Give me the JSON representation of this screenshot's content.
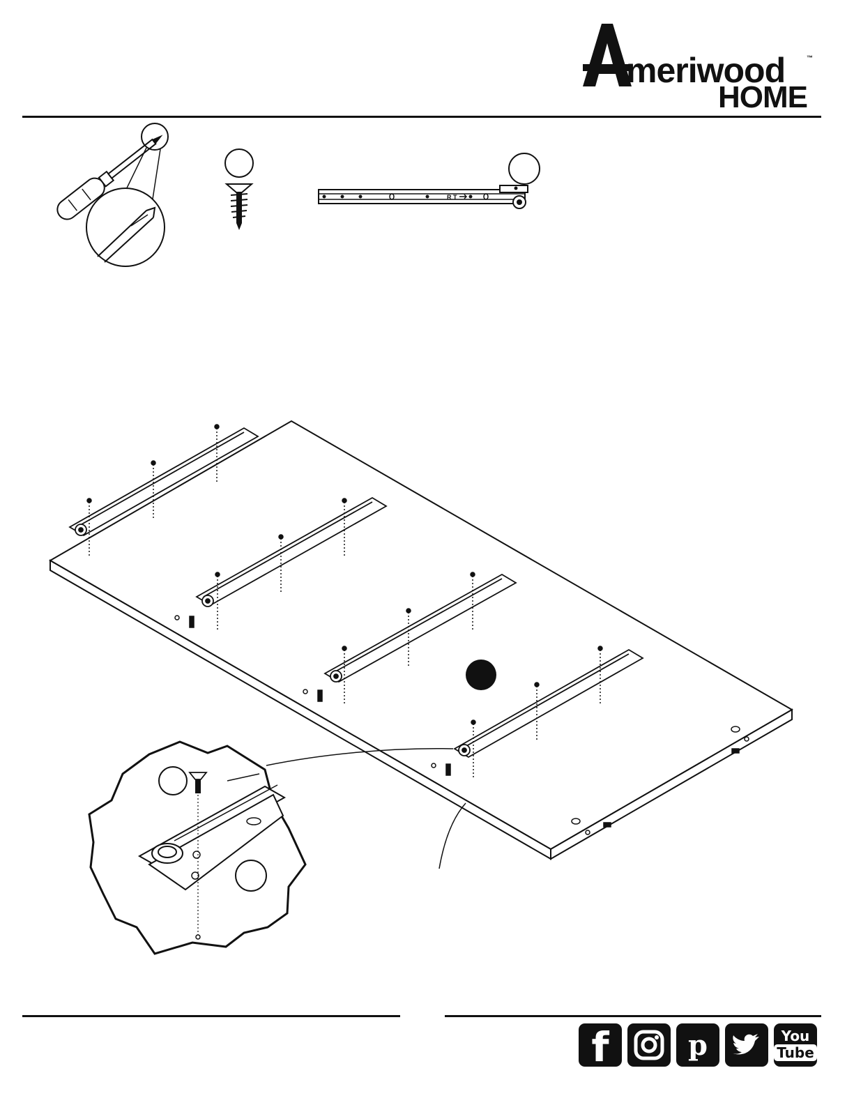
{
  "brand": {
    "logo_initial": "A",
    "logo_word": "meriwood",
    "logo_tm": "™",
    "logo_sub": "HOME"
  },
  "rail_marking": "R T",
  "social": {
    "facebook_glyph": "f",
    "pinterest_glyph": "p",
    "youtube_top": "You",
    "youtube_bottom": "Tube"
  },
  "colors": {
    "ink": "#111111",
    "paper": "#ffffff"
  },
  "icons": [
    "screwdriver-icon",
    "screw-icon",
    "drawer-rail-icon",
    "facebook-icon",
    "instagram-icon",
    "pinterest-icon",
    "twitter-icon",
    "youtube-icon"
  ]
}
